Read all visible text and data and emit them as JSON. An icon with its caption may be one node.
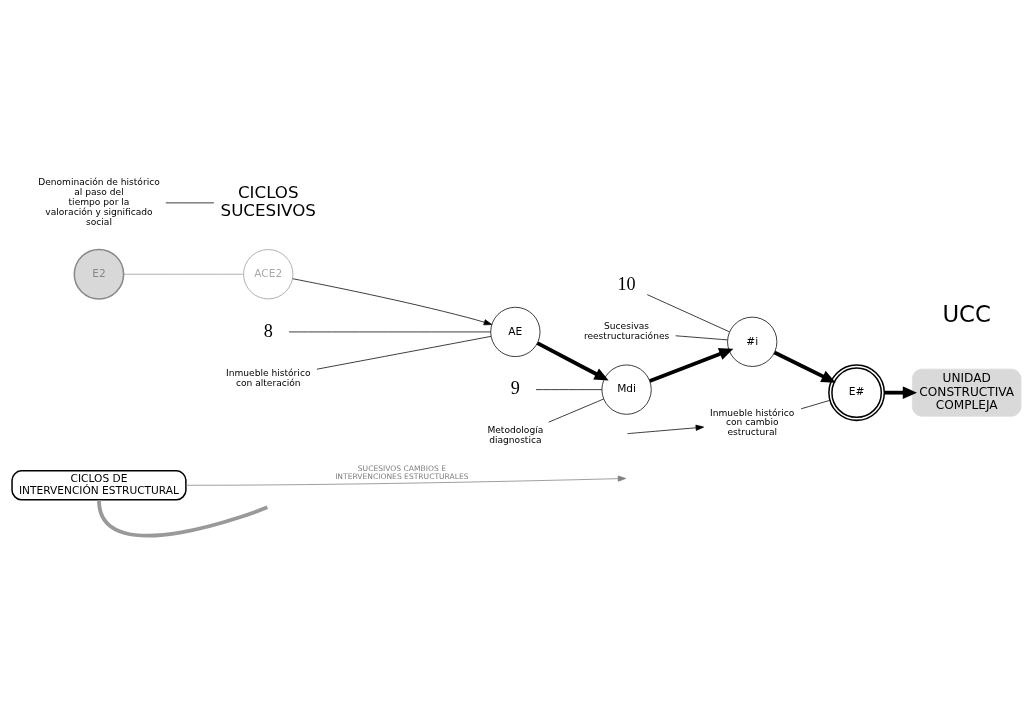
{
  "diagram": {
    "nodes": [
      {
        "text": [
          "CICLOS DE INTERVENCIÓN ESTRUCTURAL"
        ]
      },
      {
        "text": [
          "Inmueble histórico con cambio estructural"
        ]
      },
      {
        "text": [
          "E2"
        ]
      },
      {
        "text": [
          "Denominación de histórico al paso del tiempo por la valoración y significado social"
        ]
      },
      {
        "text": [
          "E#"
        ]
      },
      {
        "text": [
          "UNIDAD CONSTRUCTIVA COMPLEJA"
        ],
        "beside": [
          "UCC"
        ]
      },
      {
        "text": [
          "ACE2"
        ]
      },
      {
        "text": [
          "CICLOS SUCESIVOS"
        ]
      },
      {
        "text": [
          "#i"
        ]
      },
      {
        "text": [
          "10"
        ]
      },
      {
        "text": [
          "Sucesivas reestructuraciónes"
        ]
      },
      {
        "text": [
          "AE"
        ]
      },
      {
        "text": [
          "8"
        ]
      },
      {
        "text": [
          "Mdi"
        ]
      },
      {
        "text": [
          "9"
        ]
      },
      {
        "text": [
          "Metodología diagnostica"
        ]
      },
      {
        "text": [
          "Inmueble histórico con alteración"
        ]
      }
    ],
    "edges": [
      {
        "from": 0,
        "to": null,
        "arrow": "to",
        "label": "SUCESIVOS CAMBIOS E INTERVENCIONES ESTRUCTURALES",
        "color": "#808080"
      },
      {
        "from": null,
        "to": 1,
        "arrow": "to"
      },
      {
        "from": 0,
        "to": null,
        "arrow": "none",
        "style": "thick",
        "color": "#999999"
      },
      {
        "from": 1,
        "to": 4,
        "arrow": "none"
      },
      {
        "from": 2,
        "to": 6,
        "arrow": "none",
        "color": "#999999"
      },
      {
        "from": 6,
        "to": 11,
        "arrow": "to"
      },
      {
        "from": 3,
        "to": 7,
        "arrow": "none"
      },
      {
        "from": 11,
        "to": 13,
        "arrow": "to",
        "style": "thick"
      },
      {
        "from": 13,
        "to": 8,
        "arrow": "to",
        "style": "thick"
      },
      {
        "from": 8,
        "to": 4,
        "arrow": "to",
        "style": "thick"
      },
      {
        "from": 4,
        "to": 5,
        "arrow": "to",
        "style": "thick"
      },
      {
        "from": 9,
        "to": 8,
        "arrow": "none"
      },
      {
        "from": 10,
        "to": 8,
        "arrow": "none"
      },
      {
        "from": 12,
        "to": 11,
        "arrow": "none"
      },
      {
        "from": 14,
        "to": 13,
        "arrow": "none"
      },
      {
        "from": 15,
        "to": 13,
        "arrow": "none"
      },
      {
        "from": 16,
        "to": 11,
        "arrow": "none"
      }
    ]
  }
}
